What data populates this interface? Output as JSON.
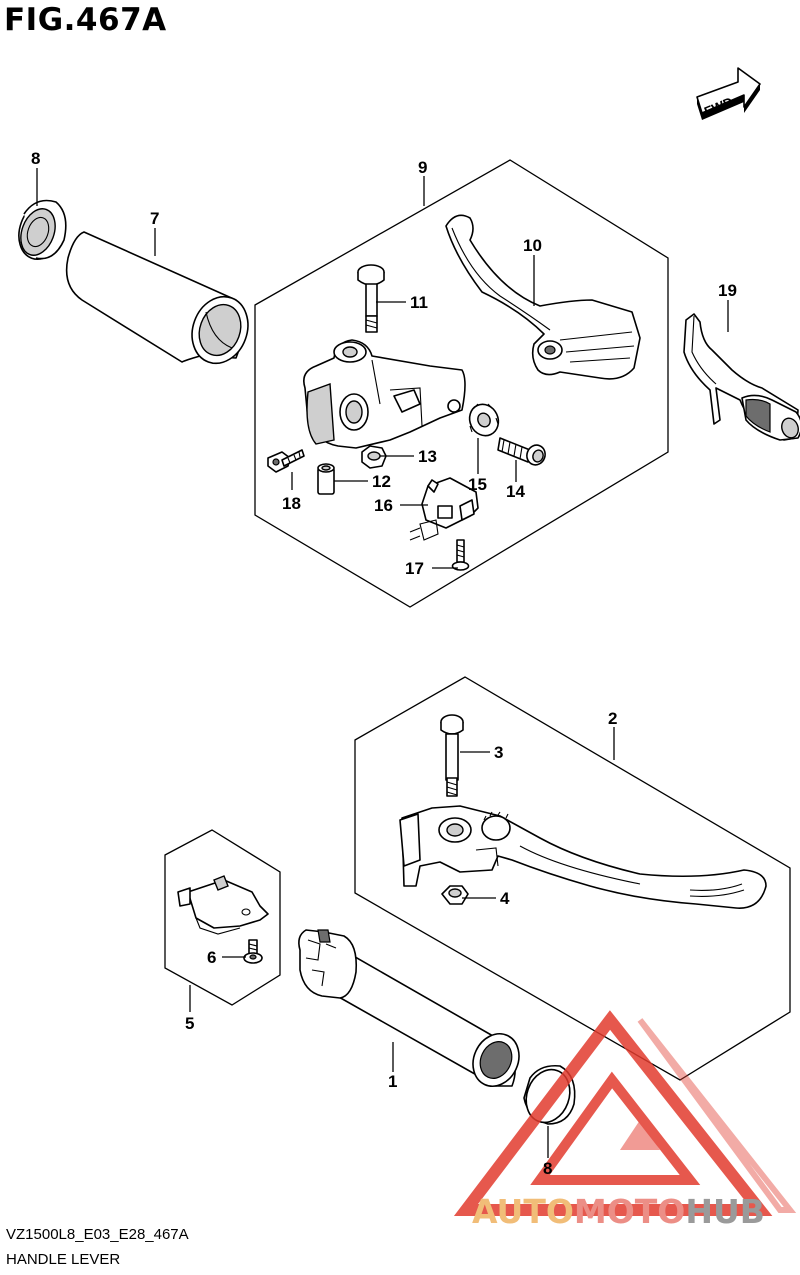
{
  "figure": {
    "title": "FIG.467A",
    "code": "VZ1500L8_E03_E28_467A",
    "name": "HANDLE LEVER"
  },
  "direction_badge": "FWD",
  "callouts": {
    "c1": "1",
    "c2": "2",
    "c3": "3",
    "c4": "4",
    "c5": "5",
    "c6": "6",
    "c7": "7",
    "c8a": "8",
    "c8b": "8",
    "c9": "9",
    "c10": "10",
    "c11": "11",
    "c12": "12",
    "c13": "13",
    "c14": "14",
    "c15": "15",
    "c16": "16",
    "c17": "17",
    "c18": "18",
    "c19": "19"
  },
  "watermark": {
    "part1": "AUTO",
    "part2": "MOTO",
    "part3": "HUB"
  },
  "colors": {
    "watermark_red": "#e23b2e",
    "watermark_orange": "#f1bd78",
    "watermark_gray": "#9a9a9a"
  }
}
